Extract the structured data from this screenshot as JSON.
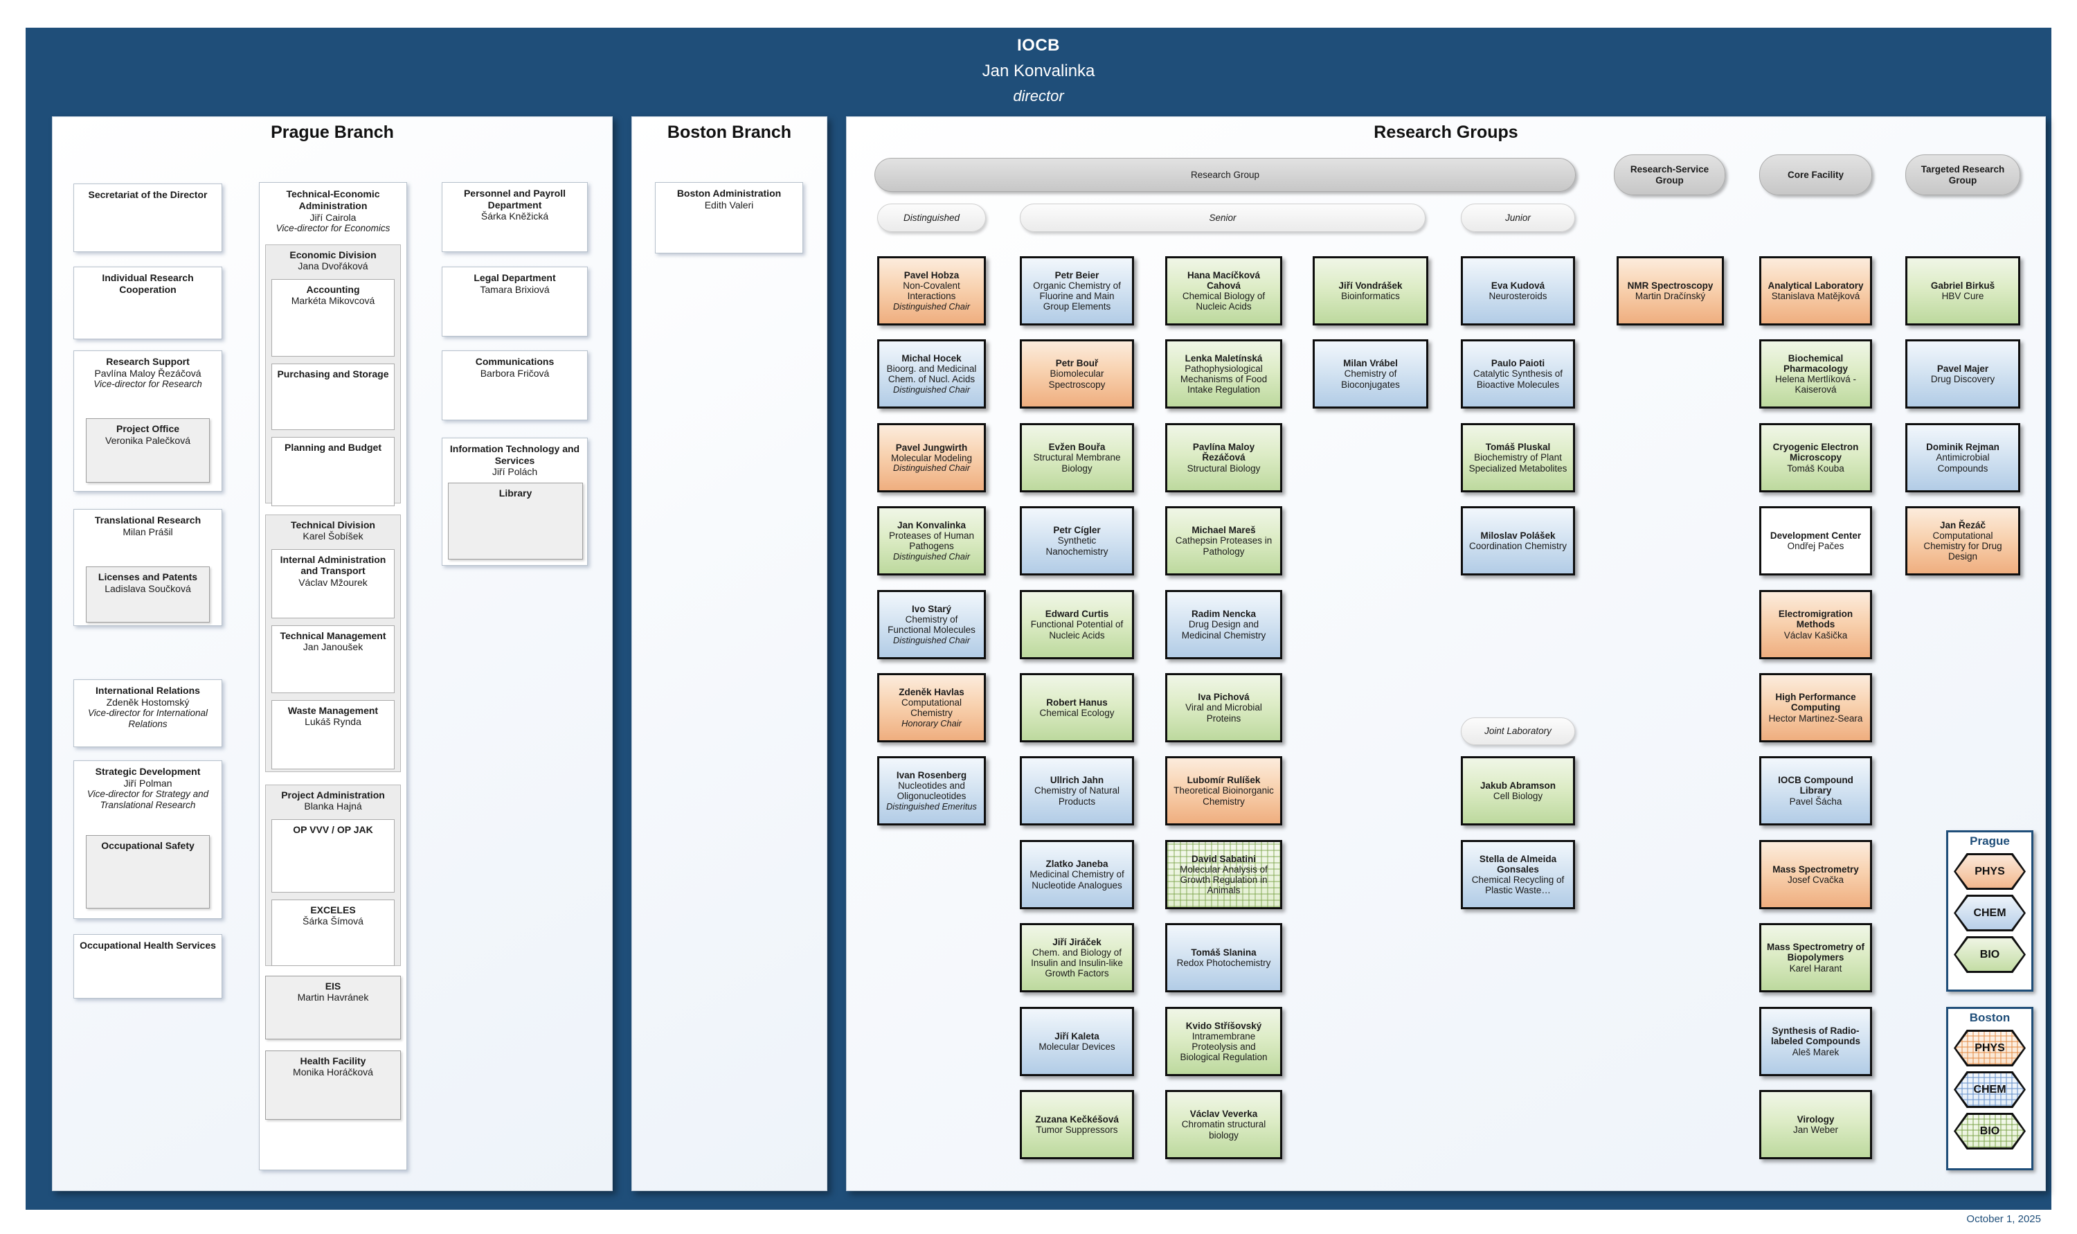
{
  "header": {
    "org": "IOCB",
    "name": "Jan Konvalinka",
    "role": "director"
  },
  "date": "October 1, 2025",
  "prague": {
    "title": "Prague Branch",
    "colA": [
      {
        "b": "Secretariat of the Director"
      },
      {
        "b": "Individual Research Cooperation"
      },
      {
        "b": "Research Support",
        "t": "Pavlína Maloy Řezáčová",
        "i": "Vice-director for Research",
        "child": {
          "b": "Project Office",
          "t": "Veronika Palečková"
        }
      },
      {
        "b": "Translational Research",
        "t": "Milan Prášil",
        "child": {
          "b": "Licenses and Patents",
          "t": "Ladislava Součková"
        }
      },
      {
        "b": "International Relations",
        "t": "Zdeněk Hostomský",
        "i": "Vice-director for International Relations"
      },
      {
        "b": "Strategic Development",
        "t": "Jiří Polman",
        "i": "Vice-director for Strategy and Translational Research",
        "child": {
          "b": "Occupational Safety"
        }
      },
      {
        "b": "Occupational Health Services"
      }
    ],
    "colB": {
      "head": {
        "b": "Technical-Economic Administration",
        "t": "Jiří Cairola",
        "i": "Vice-director for Economics"
      },
      "sections": [
        {
          "b": "Economic Division",
          "t": "Jana Dvořáková",
          "children": [
            {
              "b": "Accounting",
              "t": "Markéta Mikovcová"
            },
            {
              "b": "Purchasing and Storage"
            },
            {
              "b": "Planning and Budget"
            }
          ]
        },
        {
          "b": "Technical Division",
          "t": "Karel Šobíšek",
          "children": [
            {
              "b": "Internal Administration and Transport",
              "t": "Václav Mžourek"
            },
            {
              "b": "Technical Management",
              "t": "Jan Janoušek"
            },
            {
              "b": "Waste Management",
              "t": "Lukáš Rynda"
            }
          ]
        },
        {
          "b": "Project Administration",
          "t": "Blanka Hajná",
          "children": [
            {
              "b": "OP VVV / OP JAK"
            },
            {
              "b": "EXCELES",
              "t": "Šárka Šímová"
            }
          ]
        }
      ],
      "extras": [
        {
          "b": "EIS",
          "t": "Martin Havránek"
        },
        {
          "b": "Health Facility",
          "t": "Monika Horáčková"
        }
      ]
    },
    "colC": [
      {
        "b": "Personnel and Payroll Department",
        "t": "Šárka Kněžická"
      },
      {
        "b": "Legal Department",
        "t": "Tamara Brixiová"
      },
      {
        "b": "Communications",
        "t": "Barbora Fričová"
      },
      {
        "b": "Information Technology and Services",
        "t": "Jiří Polách",
        "child": {
          "b": "Library"
        }
      }
    ]
  },
  "boston": {
    "title": "Boston Branch",
    "box": {
      "b": "Boston Administration",
      "t": "Edith Valeri"
    }
  },
  "research": {
    "title": "Research Groups",
    "pills": {
      "research_group": "Research Group",
      "research_service": "Research-Service Group",
      "core_facility": "Core Facility",
      "targeted": "Targeted Research Group",
      "distinguished": "Distinguished",
      "senior": "Senior",
      "junior": "Junior",
      "joint_laboratory": "Joint Laboratory"
    },
    "columns": {
      "distinguished": [
        {
          "b": "Pavel Hobza",
          "t": "Non-Covalent Interactions",
          "i": "Distinguished Chair",
          "c": "orange"
        },
        {
          "b": "Michal Hocek",
          "t": "Bioorg. and Medicinal Chem. of Nucl. Acids",
          "i": "Distinguished Chair",
          "c": "blue"
        },
        {
          "b": "Pavel Jungwirth",
          "t": "Molecular Modeling",
          "i": "Distinguished Chair",
          "c": "orange"
        },
        {
          "b": "Jan Konvalinka",
          "t": "Proteases of Human Pathogens",
          "i": "Distinguished Chair",
          "c": "green"
        },
        {
          "b": "Ivo Starý",
          "t": "Chemistry of Functional Molecules",
          "i": "Distinguished Chair",
          "c": "blue"
        },
        {
          "b": "Zdeněk Havlas",
          "t": "Computational Chemistry",
          "i": "Honorary Chair",
          "c": "orange"
        },
        {
          "b": "Ivan Rosenberg",
          "t": "Nucleotides and Oligonucleotides",
          "i": "Distinguished Emeritus",
          "c": "blue"
        }
      ],
      "senior1": [
        {
          "b": "Petr Beier",
          "t": "Organic Chemistry of Fluorine and Main Group Elements",
          "c": "blue"
        },
        {
          "b": "Petr Bouř",
          "t": "Biomolecular Spectroscopy",
          "c": "orange"
        },
        {
          "b": "Evžen Bouřa",
          "t": "Structural Membrane Biology",
          "c": "green"
        },
        {
          "b": "Petr Cígler",
          "t": "Synthetic Nanochemistry",
          "c": "blue"
        },
        {
          "b": "Edward Curtis",
          "t": "Functional Potential of Nucleic Acids",
          "c": "green"
        },
        {
          "b": "Robert Hanus",
          "t": "Chemical Ecology",
          "c": "green"
        },
        {
          "b": "Ullrich Jahn",
          "t": "Chemistry of Natural Products",
          "c": "blue"
        },
        {
          "b": "Zlatko Janeba",
          "t": "Medicinal Chemistry of Nucleotide Analogues",
          "c": "blue"
        },
        {
          "b": "Jiří Jiráček",
          "t": "Chem. and Biology of Insulin and Insulin-like Growth Factors",
          "c": "green"
        },
        {
          "b": "Jiří Kaleta",
          "t": "Molecular Devices",
          "c": "blue"
        },
        {
          "b": "Zuzana Kečkéšová",
          "t": "Tumor Suppressors",
          "c": "green"
        }
      ],
      "senior2": [
        {
          "b": "Hana Macíčková Cahová",
          "t": "Chemical Biology of Nucleic Acids",
          "c": "green"
        },
        {
          "b": "Lenka Maletínská",
          "t": "Pathophysiological Mechanisms of Food Intake Regulation",
          "c": "green"
        },
        {
          "b": "Pavlína Maloy Řezáčová",
          "t": "Structural Biology",
          "c": "green"
        },
        {
          "b": "Michael Mareš",
          "t": "Cathepsin Proteases in Pathology",
          "c": "green"
        },
        {
          "b": "Radim Nencka",
          "t": "Drug Design and Medicinal Chemistry",
          "c": "blue"
        },
        {
          "b": "Iva Pichová",
          "t": "Viral and Microbial Proteins",
          "c": "green"
        },
        {
          "b": "Lubomír Rulíšek",
          "t": "Theoretical Bioinorganic Chemistry",
          "c": "orange"
        },
        {
          "b": "David Sabatini",
          "t": "Molecular Analysis of Growth Regulation in Animals",
          "c": "green-hatch"
        },
        {
          "b": "Tomáš Slanina",
          "t": "Redox Photochemistry",
          "c": "blue"
        },
        {
          "b": "Kvido Stříšovský",
          "t": "Intramembrane Proteolysis and Biological Regulation",
          "c": "green"
        },
        {
          "b": "Václav Veverka",
          "t": "Chromatin structural biology",
          "c": "green"
        }
      ],
      "senior3": [
        {
          "b": "Jiří Vondrášek",
          "t": "Bioinformatics",
          "c": "green"
        },
        {
          "b": "Milan Vrábel",
          "t": "Chemistry of Bioconjugates",
          "c": "blue"
        }
      ],
      "junior": [
        {
          "b": "Eva Kudová",
          "t": "Neurosteroids",
          "c": "blue"
        },
        {
          "b": "Paulo Paioti",
          "t": "Catalytic Synthesis of Bioactive Molecules",
          "c": "blue"
        },
        {
          "b": "Tomáš Pluskal",
          "t": "Biochemistry of Plant Specialized Metabolites",
          "c": "green"
        },
        {
          "b": "Miloslav Polášek",
          "t": "Coordination Chemistry",
          "c": "blue"
        },
        {
          "b": "Jakub Abramson",
          "t": "Cell Biology",
          "c": "green"
        },
        {
          "b": "Stella de Almeida Gonsales",
          "t": "Chemical Recycling of Plastic Waste…",
          "c": "blue"
        }
      ],
      "service": [
        {
          "b": "NMR Spectroscopy",
          "t": "Martin Dračínský",
          "c": "orange"
        }
      ],
      "core": [
        {
          "b": "Analytical Laboratory",
          "t": "Stanislava Matějková",
          "c": "orange"
        },
        {
          "b": "Biochemical Pharmacology",
          "t": "Helena Mertlíková - Kaiserová",
          "c": "green"
        },
        {
          "b": "Cryogenic Electron Microscopy",
          "t": "Tomáš Kouba",
          "c": "green"
        },
        {
          "b": "Development Center",
          "t": "Ondřej Pačes",
          "c": "white"
        },
        {
          "b": "Electromigration Methods",
          "t": "Václav Kašička",
          "c": "orange"
        },
        {
          "b": "High Performance Computing",
          "t": "Hector Martinez-Seara",
          "c": "orange"
        },
        {
          "b": "IOCB Compound Library",
          "t": "Pavel Šácha",
          "c": "blue"
        },
        {
          "b": "Mass Spectrometry",
          "t": "Josef Cvačka",
          "c": "orange"
        },
        {
          "b": "Mass Spectrometry of Biopolymers",
          "t": "Karel Harant",
          "c": "green"
        },
        {
          "b": "Synthesis of Radio-labeled Compounds",
          "t": "Aleš Marek",
          "c": "blue"
        },
        {
          "b": "Virology",
          "t": "Jan Weber",
          "c": "green"
        }
      ],
      "targeted": [
        {
          "b": "Gabriel Birkuš",
          "t": "HBV Cure",
          "c": "green"
        },
        {
          "b": "Pavel Majer",
          "t": "Drug Discovery",
          "c": "blue"
        },
        {
          "b": "Dominik Rejman",
          "t": "Antimicrobial Compounds",
          "c": "blue"
        },
        {
          "b": "Jan Řezáč",
          "t": "Computational Chemistry for Drug Design",
          "c": "orange"
        }
      ]
    },
    "legend": {
      "prague": {
        "title": "Prague",
        "items": [
          {
            "label": "PHYS",
            "c": "orange",
            "hatch": false
          },
          {
            "label": "CHEM",
            "c": "blue",
            "hatch": false
          },
          {
            "label": "BIO",
            "c": "green",
            "hatch": false
          }
        ]
      },
      "boston": {
        "title": "Boston",
        "items": [
          {
            "label": "PHYS",
            "c": "orange",
            "hatch": true
          },
          {
            "label": "CHEM",
            "c": "blue",
            "hatch": true
          },
          {
            "label": "BIO",
            "c": "green",
            "hatch": true
          }
        ]
      }
    }
  }
}
